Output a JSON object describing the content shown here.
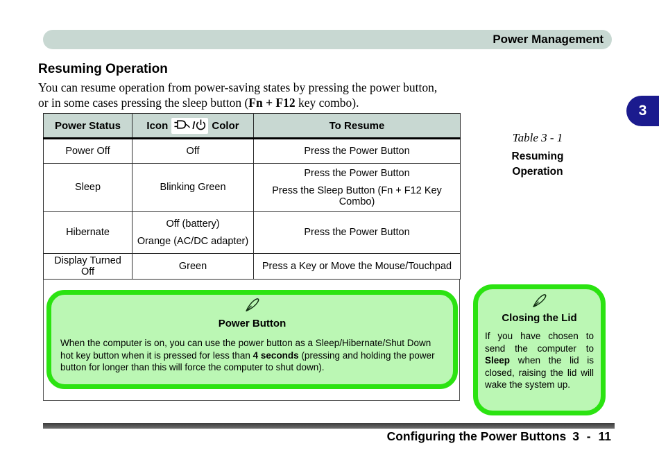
{
  "colors": {
    "band": "#c8d8d2",
    "note_border": "#2be311",
    "note_fill": "#bbf7b4",
    "chapter_tab": "#1b1b8e",
    "footer_bar": "#4d4d4d"
  },
  "header": {
    "title": "Power Management"
  },
  "chapter_tab": {
    "label": "3"
  },
  "section": {
    "title": "Resuming Operation",
    "intro_line1": "You can resume operation from power-saving states by pressing the power button,",
    "intro_line2_pre": "or in some cases pressing the sleep button (",
    "intro_line2_bold": "Fn + F12",
    "intro_line2_post": " key combo)."
  },
  "table": {
    "headers": {
      "col_status": "Power Status",
      "col_icon_pre": "Icon",
      "col_icon_post": "Color",
      "col_resume": "To Resume",
      "icon_badge": [
        "ac-plug-icon",
        "power-symbol-icon"
      ]
    },
    "rows": [
      {
        "status": "Power Off",
        "color_lines": [
          "Off"
        ],
        "resume_lines": [
          "Press the Power Button"
        ]
      },
      {
        "status": "Sleep",
        "color_lines": [
          "Blinking Green"
        ],
        "resume_lines": [
          "Press the Power Button",
          "Press the Sleep Button (Fn + F12 Key Combo)"
        ]
      },
      {
        "status": "Hibernate",
        "color_lines": [
          "Off (battery)",
          "Orange (AC/DC adapter)"
        ],
        "resume_lines": [
          "Press the Power Button"
        ]
      },
      {
        "status": "Display Turned Off",
        "color_lines": [
          "Green"
        ],
        "resume_lines": [
          "Press a Key or Move the Mouse/Touchpad"
        ]
      }
    ]
  },
  "caption": {
    "line1": "Table 3 - 1",
    "line2": "Resuming",
    "line3": "Operation"
  },
  "notes": {
    "icon": "pen-icon",
    "power_button": {
      "title": "Power Button",
      "body_pre": "When the computer is on, you can use the power button as a Sleep/Hibernate/Shut Down hot key button when it is pressed for less than ",
      "body_bold": "4 seconds",
      "body_post": " (pressing and holding the power button for longer than this will force the computer to shut down)."
    },
    "closing_lid": {
      "title": "Closing the Lid",
      "body_pre": "If you have chosen to send the computer to ",
      "body_bold": "Sleep",
      "body_post": " when the lid is closed, raising the lid will wake the system up."
    }
  },
  "footer": {
    "label": "Configuring the Power Buttons",
    "page": "3 - 11"
  }
}
